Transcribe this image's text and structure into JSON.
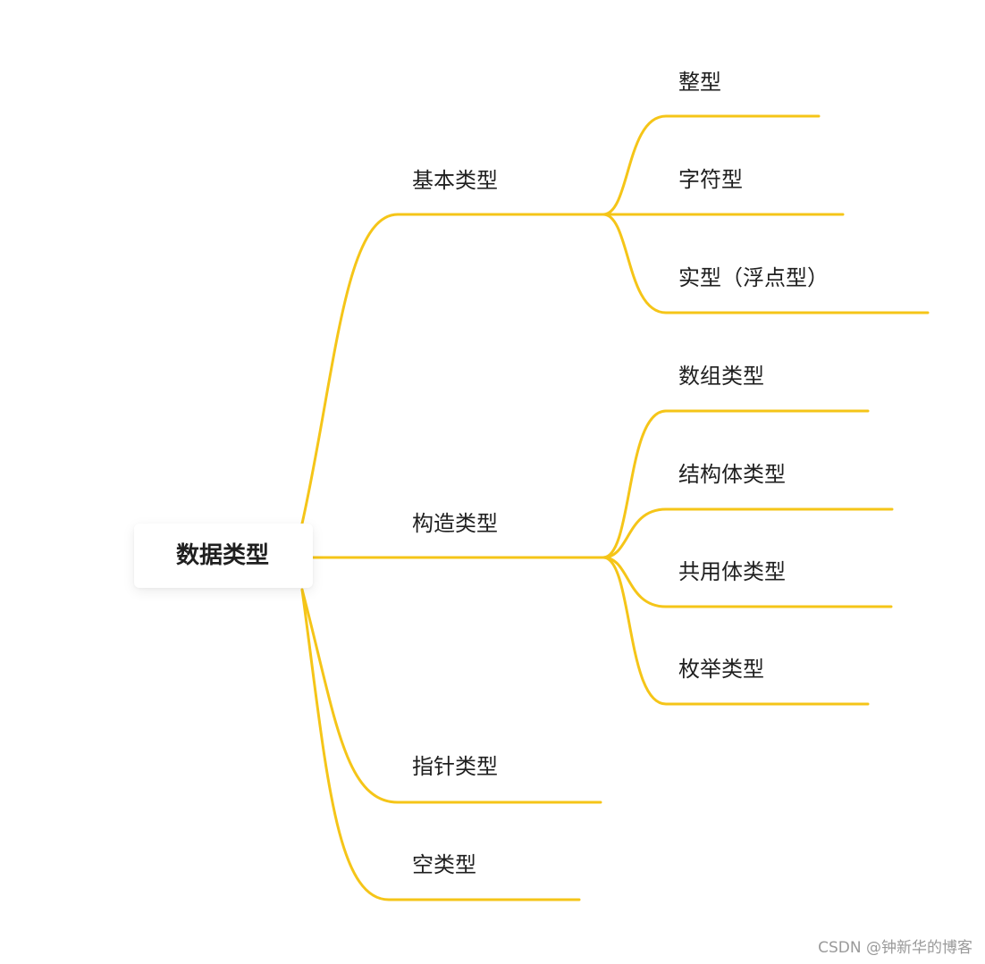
{
  "root": {
    "label": "数据类型"
  },
  "branches": [
    {
      "label": "基本类型",
      "children": [
        {
          "label": "整型"
        },
        {
          "label": "字符型"
        },
        {
          "label": "实型（浮点型）"
        }
      ]
    },
    {
      "label": "构造类型",
      "children": [
        {
          "label": "数组类型"
        },
        {
          "label": "结构体类型"
        },
        {
          "label": "共用体类型"
        },
        {
          "label": "枚举类型"
        }
      ]
    },
    {
      "label": "指针类型",
      "children": []
    },
    {
      "label": "空类型",
      "children": []
    }
  ],
  "colors": {
    "line": "#F5C518",
    "text": "#1f1f1f",
    "watermark": "#9a9a9a"
  },
  "watermark": "CSDN @钟新华的博客"
}
